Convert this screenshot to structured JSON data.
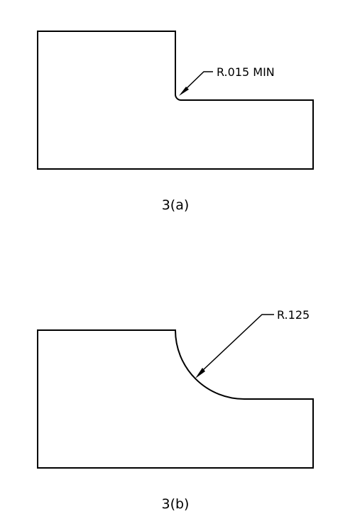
{
  "figure_a": {
    "radius_label": "R.015 MIN",
    "caption": "3(a)"
  },
  "figure_b": {
    "radius_label": "R.125",
    "caption": "3(b)"
  },
  "colors": {
    "line": "#000000",
    "background": "#ffffff"
  }
}
